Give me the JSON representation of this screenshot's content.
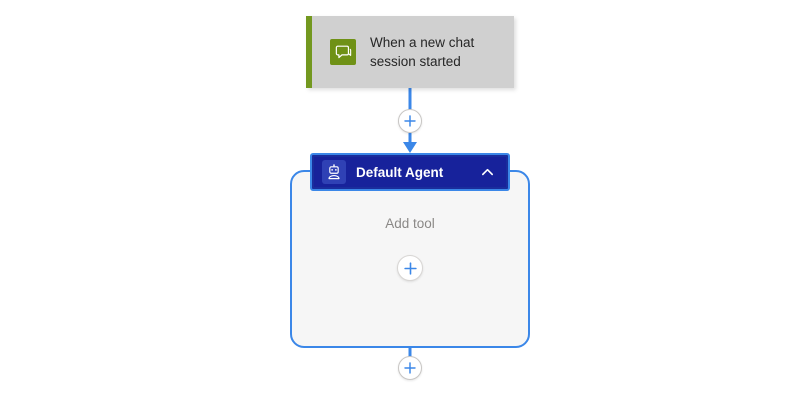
{
  "canvas": {
    "background": "#ffffff",
    "accent_blue": "#3b87e8",
    "node_navy": "#17229b",
    "trigger_green": "#6f9116",
    "trigger_surface": "#d0d0d0",
    "group_surface": "#f6f6f6",
    "muted_text": "#8a8886"
  },
  "trigger": {
    "icon": "chat-bubble-icon",
    "label_line1": "When a new chat",
    "label_line2": "session started"
  },
  "connectors": {
    "trigger_to_agent": {
      "add_button_label": "+",
      "icon": "plus-icon"
    },
    "after_agent": {
      "add_button_label": "+",
      "icon": "plus-icon"
    }
  },
  "agent": {
    "icon": "robot-icon",
    "title": "Default Agent",
    "collapse_icon": "chevron-up-icon",
    "selected": true,
    "body": {
      "empty_label": "Add tool",
      "add_button_label": "+",
      "add_button_icon": "plus-icon"
    }
  }
}
